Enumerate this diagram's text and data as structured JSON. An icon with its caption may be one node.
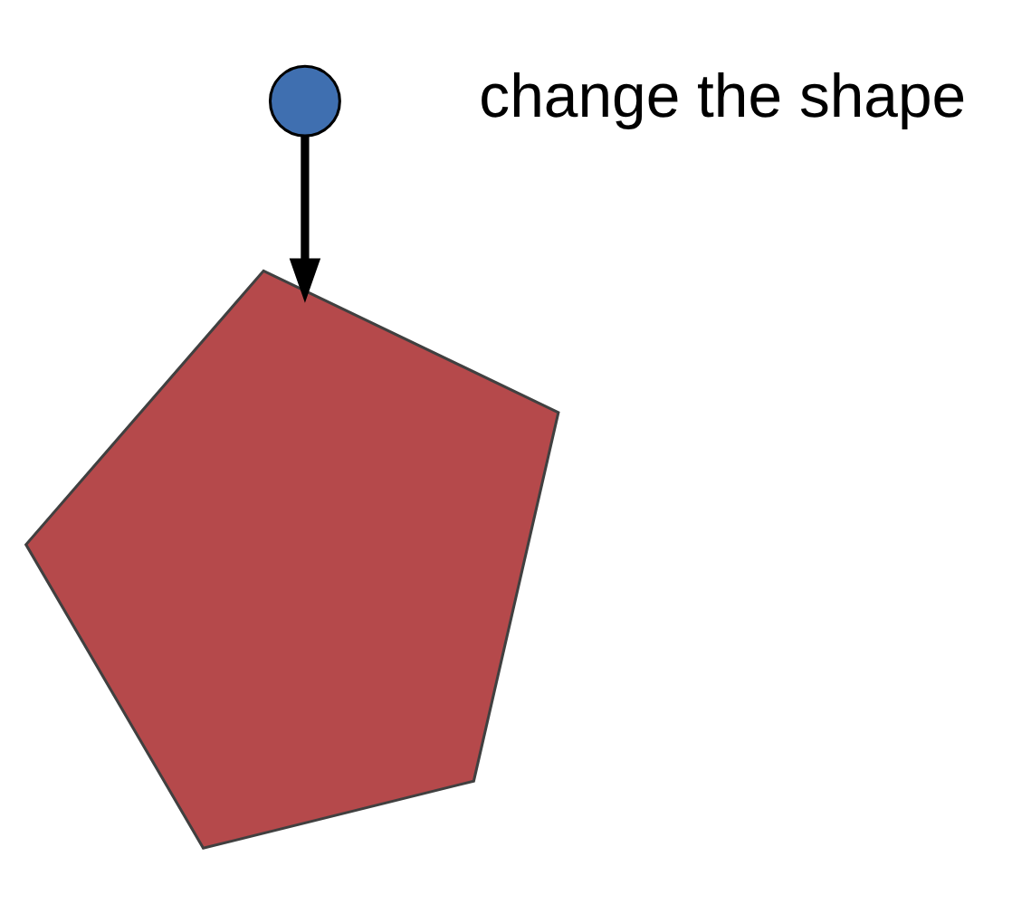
{
  "diagram": {
    "nodes": [
      {
        "text": [],
        "shape": "circle",
        "beside": [
          "change the shape"
        ]
      },
      {
        "text": [],
        "shape": "polygon"
      }
    ],
    "edges": [
      {
        "from": 0,
        "to": 1,
        "arrow": "to"
      }
    ]
  }
}
